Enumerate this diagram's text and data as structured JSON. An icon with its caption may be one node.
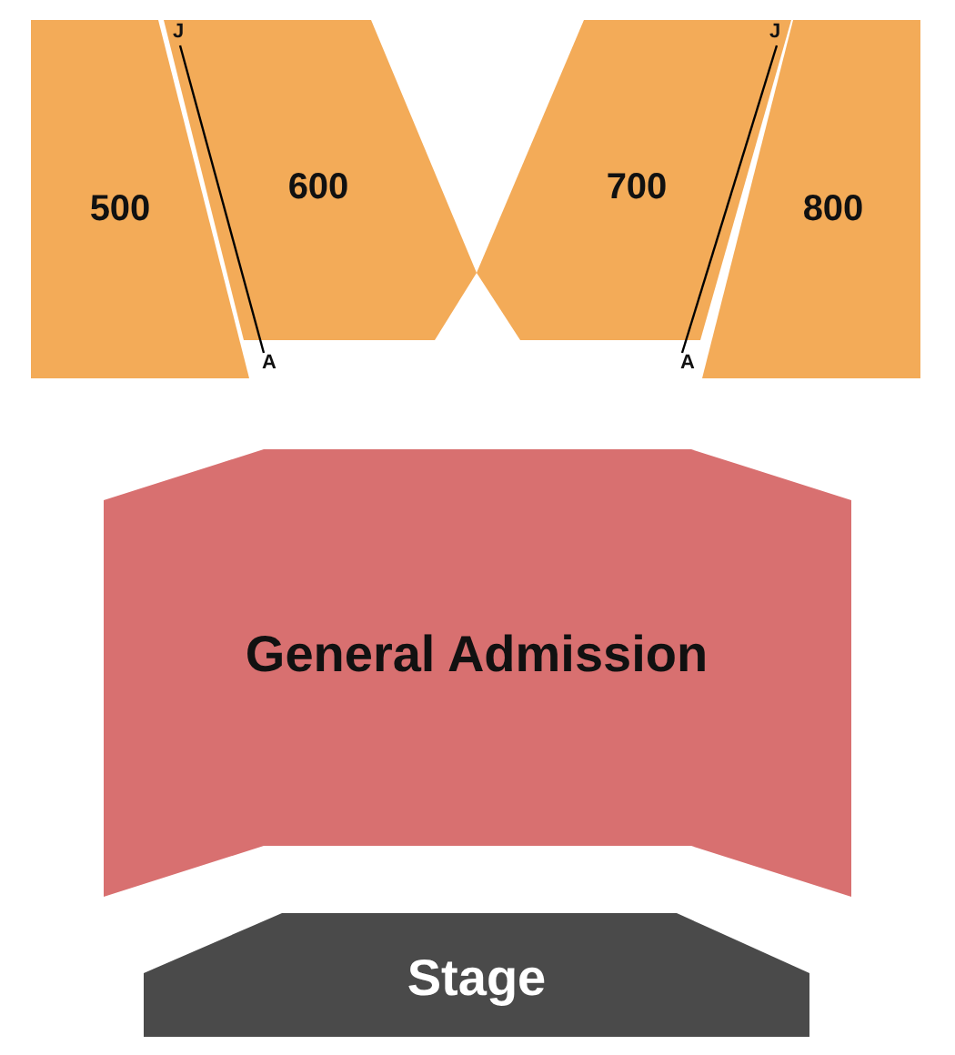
{
  "diagram": {
    "nodes": [
      {
        "text": [
          "500"
        ]
      },
      {
        "text": [
          "600"
        ]
      },
      {
        "text": [
          "J"
        ],
        "in": 1
      },
      {
        "text": [
          "700"
        ]
      },
      {
        "text": [
          "J"
        ],
        "in": 3
      },
      {
        "text": [
          "800"
        ]
      },
      {
        "text": [
          "A"
        ]
      },
      {
        "text": [
          "A"
        ]
      },
      {
        "text": [
          "General Admission"
        ]
      },
      {
        "text": [
          "Stage"
        ]
      }
    ],
    "edges": [
      {
        "from": 2,
        "to": 6,
        "arrow": "none"
      },
      {
        "from": 4,
        "to": 7,
        "arrow": "none"
      }
    ]
  }
}
